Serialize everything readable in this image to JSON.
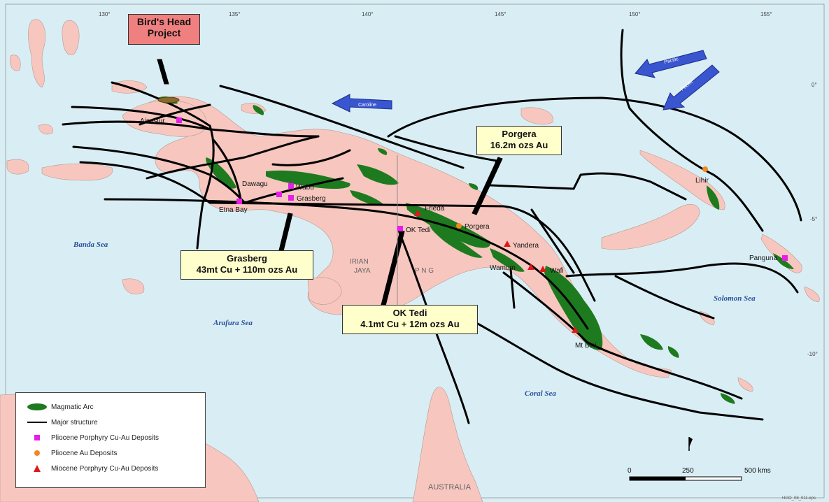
{
  "map": {
    "longitude_ticks": [
      "130°",
      "135°",
      "140°",
      "145°",
      "150°",
      "155°"
    ],
    "latitude_ticks": [
      "0°",
      "-5°",
      "-10°"
    ],
    "sea_labels": [
      "Banda Sea",
      "Arafura Sea",
      "Coral Sea",
      "Solomon Sea"
    ],
    "region_labels": [
      "IRIAN",
      "JAYA",
      "P N G",
      "AUSTRALIA"
    ],
    "arrow_labels": [
      "Caroline",
      "Pacific",
      "Pacific"
    ],
    "scale_bar": {
      "ticks": [
        "0",
        "250",
        "500 kms"
      ]
    },
    "credit": "HGO_08_011.eps",
    "colors": {
      "sea": "#d9eef4",
      "land": "#f7c7bf",
      "arc": "#1e7a1e",
      "structure": "#000000",
      "pliocene_porphyry": "#e81ee8",
      "pliocene_au": "#f08a1e",
      "miocene_porphyry": "#dd1a1a"
    }
  },
  "deposits": {
    "aisasjur": "Aisasjur",
    "dawagu": "Dawagu",
    "wabu": "Wabu",
    "grasberg": "Grasberg",
    "etna_bay": "Etna Bay",
    "ok_tedi": "OK Tedi",
    "frieda": "Frieda",
    "porgera": "Porgera",
    "yandera": "Yandera",
    "wamum": "Wamum",
    "wafi": "Wafi",
    "mt_bini": "Mt Bini",
    "lihir": "Lihir",
    "panguna": "Panguna"
  },
  "callouts": {
    "birds_head": [
      "Bird's Head",
      "Project"
    ],
    "porgera": [
      "Porgera",
      "16.2m ozs Au"
    ],
    "grasberg": [
      "Grasberg",
      "43mt Cu + 110m ozs Au"
    ],
    "ok_tedi": [
      "OK Tedi",
      "4.1mt Cu + 12m ozs Au"
    ]
  },
  "legend": {
    "items": [
      {
        "label": "Magmatic Arc",
        "symbol": "ellipse"
      },
      {
        "label": "Major structure",
        "symbol": "line"
      },
      {
        "label": "Pliocene Porphyry Cu-Au Deposits",
        "symbol": "square"
      },
      {
        "label": "Pliocene Au Deposits",
        "symbol": "circle"
      },
      {
        "label": "Miocene Porphyry Cu-Au Deposits",
        "symbol": "triangle"
      }
    ]
  }
}
